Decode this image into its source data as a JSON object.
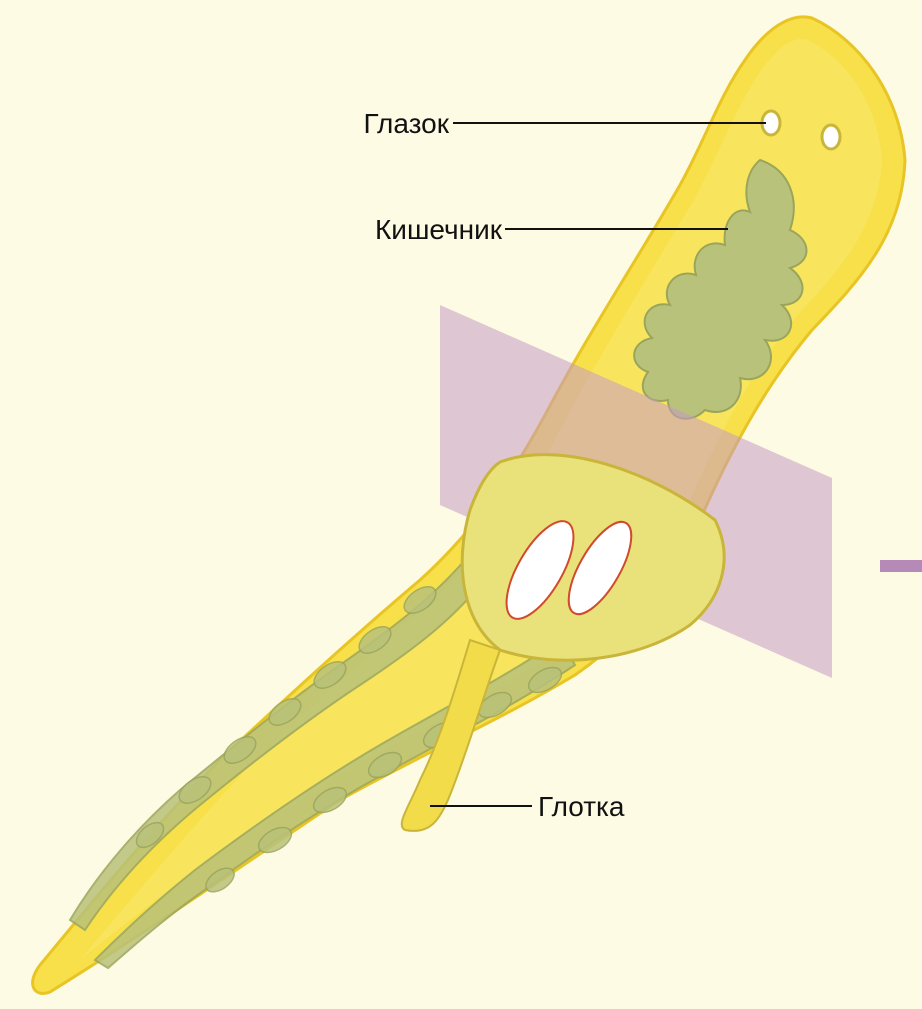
{
  "colors": {
    "background": "#fdfbe3",
    "body_fill": "#f7e04a",
    "body_edge": "#efd130",
    "gut": "#b9c27a",
    "plane": "#c79ac6",
    "arrow": "#b68ab8",
    "leader": "#111111"
  },
  "labels": {
    "eyespot": "Глазок",
    "intestine": "Кишечник",
    "pharynx": "Глотка"
  }
}
